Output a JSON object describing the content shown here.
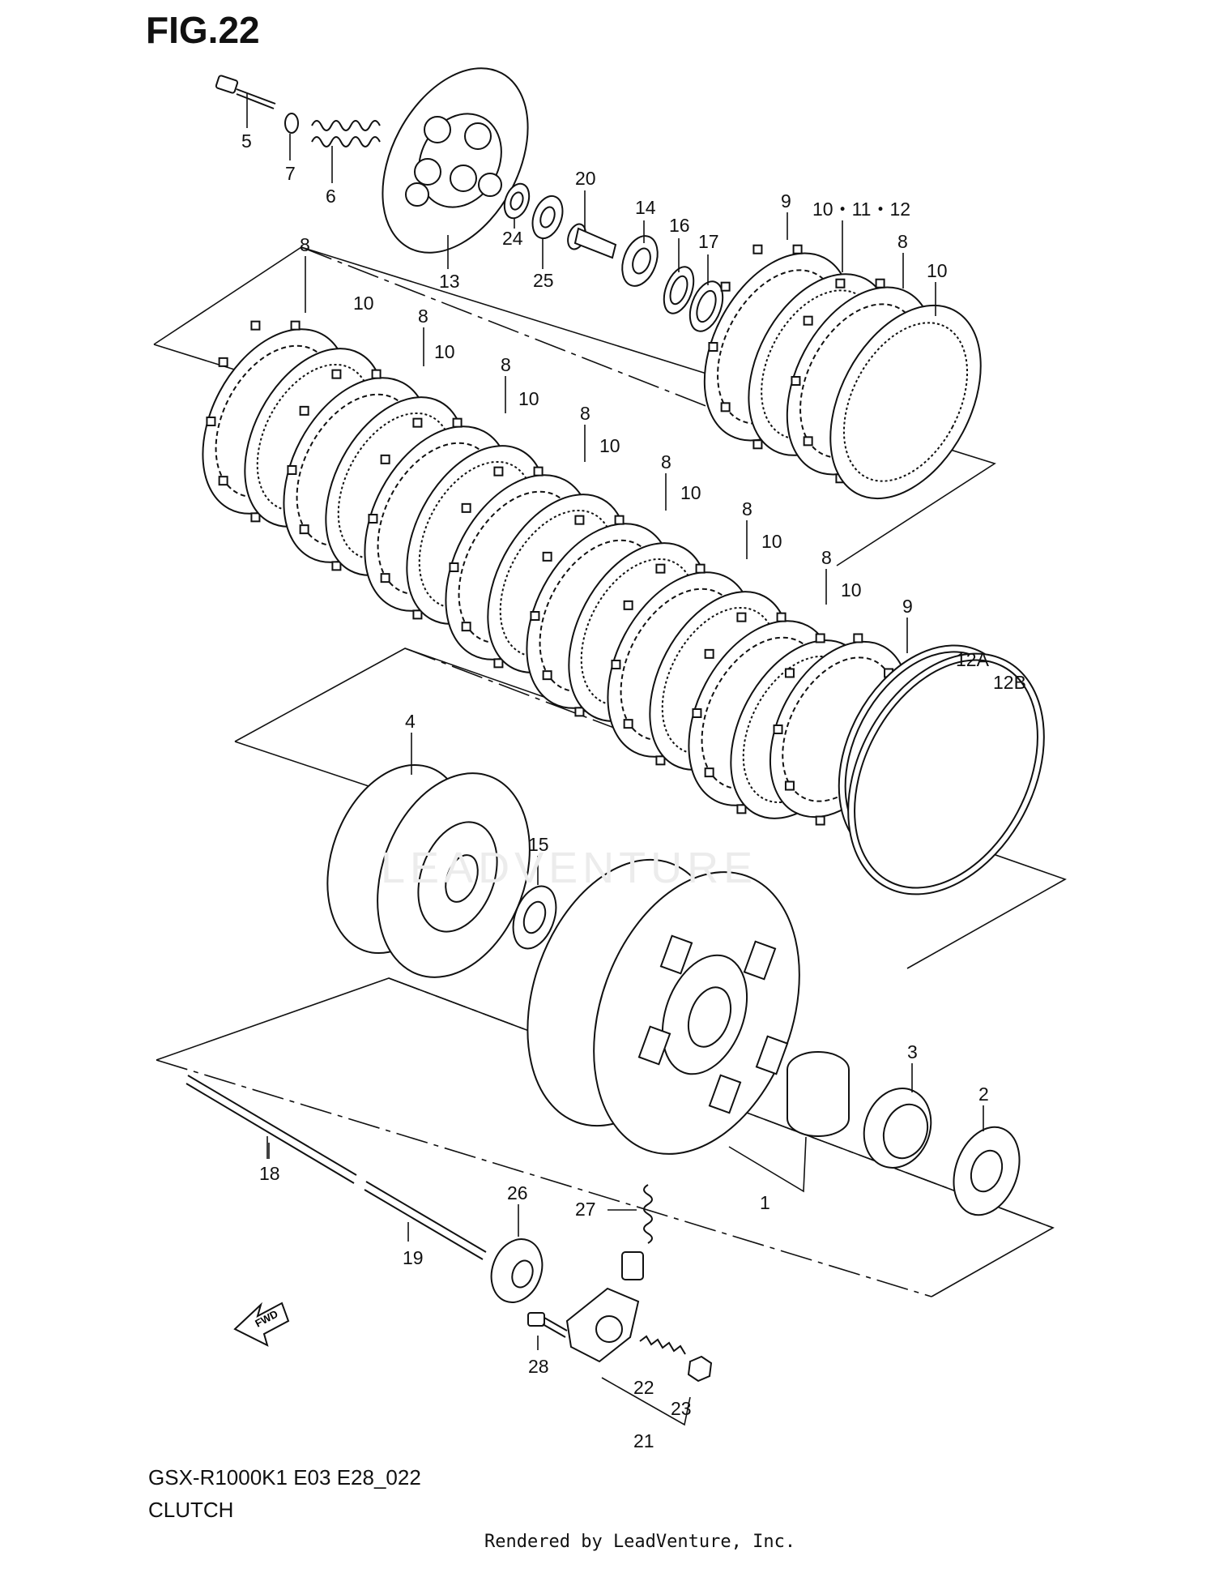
{
  "figure": {
    "title": "FIG.22",
    "model_code": "GSX-R1000K1 E03 E28_022",
    "section_name": "CLUTCH",
    "credit": "Rendered by LeadVenture, Inc.",
    "watermark": "LEADVENTURE"
  },
  "fwd_arrow_label": "FWD",
  "callouts": [
    {
      "id": "c5",
      "text": "5"
    },
    {
      "id": "c7",
      "text": "7"
    },
    {
      "id": "c6",
      "text": "6"
    },
    {
      "id": "c13",
      "text": "13"
    },
    {
      "id": "c20",
      "text": "20"
    },
    {
      "id": "c24",
      "text": "24"
    },
    {
      "id": "c25",
      "text": "25"
    },
    {
      "id": "c14",
      "text": "14"
    },
    {
      "id": "c16",
      "text": "16"
    },
    {
      "id": "c17",
      "text": "17"
    },
    {
      "id": "c9a",
      "text": "9"
    },
    {
      "id": "c101112",
      "text": "10・11・12"
    },
    {
      "id": "c8r",
      "text": "8"
    },
    {
      "id": "c10r",
      "text": "10"
    },
    {
      "id": "c8a",
      "text": "8"
    },
    {
      "id": "c10a",
      "text": "10"
    },
    {
      "id": "c8b",
      "text": "8"
    },
    {
      "id": "c10b",
      "text": "10"
    },
    {
      "id": "c8c",
      "text": "8"
    },
    {
      "id": "c10c",
      "text": "10"
    },
    {
      "id": "c8d",
      "text": "8"
    },
    {
      "id": "c10d",
      "text": "10"
    },
    {
      "id": "c8e",
      "text": "8"
    },
    {
      "id": "c10e",
      "text": "10"
    },
    {
      "id": "c8f",
      "text": "8"
    },
    {
      "id": "c10f",
      "text": "10"
    },
    {
      "id": "c8g",
      "text": "8"
    },
    {
      "id": "c10g",
      "text": "10"
    },
    {
      "id": "c9b",
      "text": "9"
    },
    {
      "id": "c12A",
      "text": "12A"
    },
    {
      "id": "c12B",
      "text": "12B"
    },
    {
      "id": "c4",
      "text": "4"
    },
    {
      "id": "c15",
      "text": "15"
    },
    {
      "id": "c3",
      "text": "3"
    },
    {
      "id": "c2",
      "text": "2"
    },
    {
      "id": "c1",
      "text": "1"
    },
    {
      "id": "c18",
      "text": "18"
    },
    {
      "id": "c19",
      "text": "19"
    },
    {
      "id": "c26",
      "text": "26"
    },
    {
      "id": "c27",
      "text": "27"
    },
    {
      "id": "c28",
      "text": "28"
    },
    {
      "id": "c22",
      "text": "22"
    },
    {
      "id": "c23",
      "text": "23"
    },
    {
      "id": "c21",
      "text": "21"
    }
  ]
}
